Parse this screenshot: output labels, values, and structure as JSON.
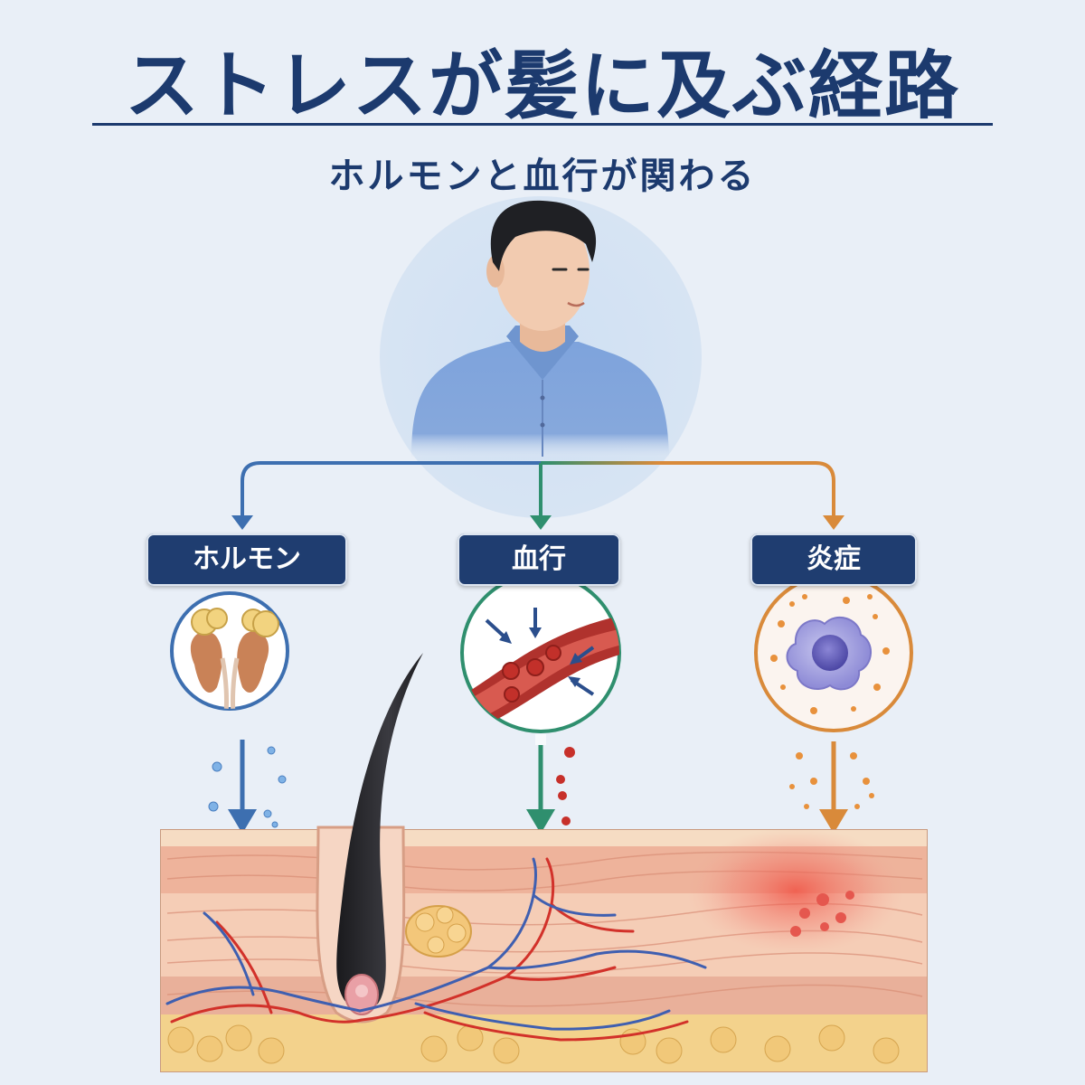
{
  "header": {
    "title": "ストレスが髪に及ぶ経路",
    "subtitle": "ホルモンと血行が関わる"
  },
  "pathways": [
    {
      "label": "ホルモン",
      "color": "#3d6fb0",
      "icon": "adrenal-kidney-icon"
    },
    {
      "label": "血行",
      "color": "#2f8f6e",
      "icon": "blood-vessel-icon"
    },
    {
      "label": "炎症",
      "color": "#d98a3a",
      "icon": "immune-cell-icon"
    }
  ],
  "colors": {
    "navy": "#1c3a6e",
    "background": "#e9eff7",
    "skin": "#f2c4ad",
    "hair": "#222226"
  }
}
